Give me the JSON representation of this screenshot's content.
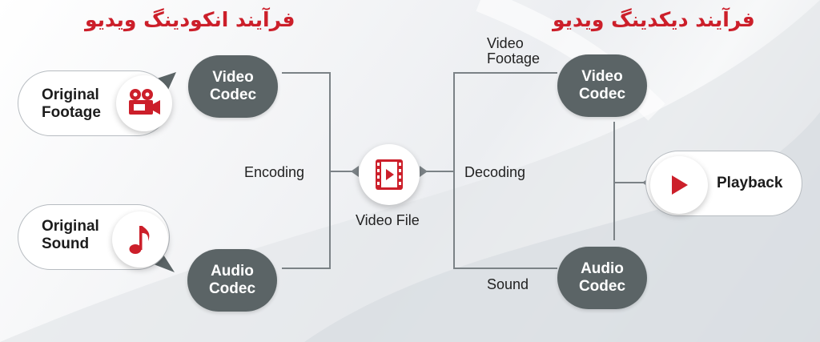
{
  "titles": {
    "encoding": "فرآیند انکودینگ ویدیو",
    "decoding": "فرآیند دیکدینگ ویدیو"
  },
  "encoding": {
    "original_footage": "Original\nFootage",
    "original_sound": "Original\nSound",
    "video_codec": {
      "line1": "Video",
      "line2": "Codec"
    },
    "audio_codec": {
      "line1": "Audio",
      "line2": "Codec"
    },
    "label": "Encoding"
  },
  "center": {
    "video_file": "Video File"
  },
  "decoding": {
    "label": "Decoding",
    "video_footage": {
      "line1": "Video",
      "line2": "Footage"
    },
    "sound": "Sound",
    "video_codec": {
      "line1": "Video",
      "line2": "Codec"
    },
    "audio_codec": {
      "line1": "Audio",
      "line2": "Codec"
    },
    "playback": "Playback"
  },
  "icons": {
    "camera": "video-camera-icon",
    "music": "music-note-icon",
    "video_file": "film-strip-icon",
    "play": "play-icon"
  },
  "colors": {
    "accent_red": "#cc1f2a",
    "codec_fill": "#5b6466",
    "line": "#7b8286"
  }
}
